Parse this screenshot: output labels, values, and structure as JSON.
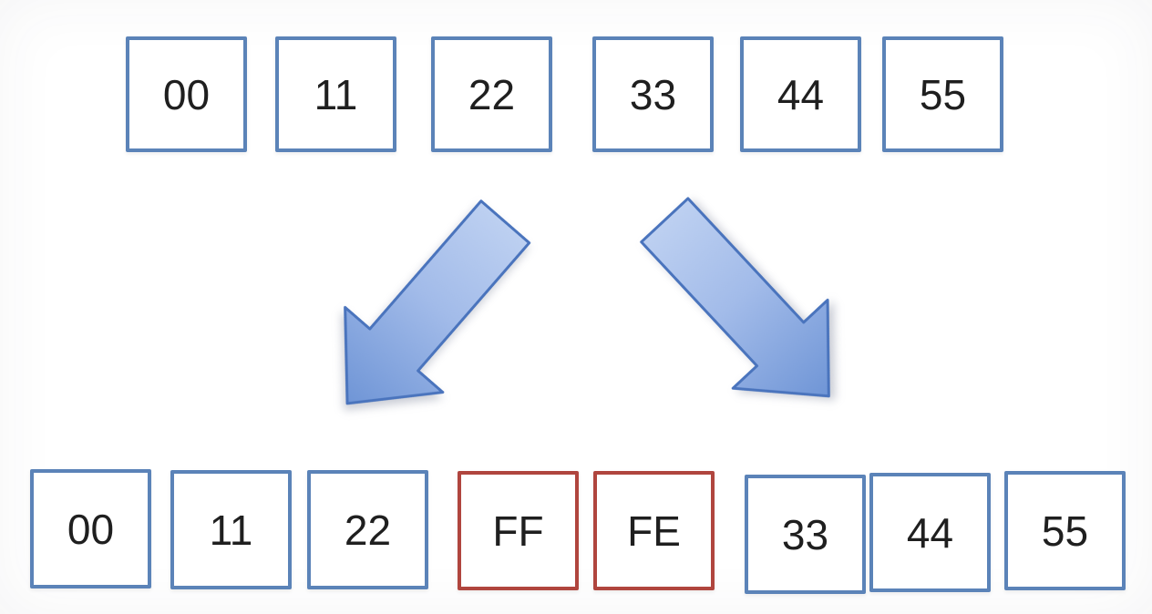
{
  "diagram": {
    "description": "Byte sequence split with inserted escape bytes",
    "top_row": {
      "cells": [
        {
          "label": "00"
        },
        {
          "label": "11"
        },
        {
          "label": "22"
        },
        {
          "label": "33"
        },
        {
          "label": "44"
        },
        {
          "label": "55"
        }
      ]
    },
    "bottom_row": {
      "cells": [
        {
          "label": "00",
          "type": "original"
        },
        {
          "label": "11",
          "type": "original"
        },
        {
          "label": "22",
          "type": "original"
        },
        {
          "label": "FF",
          "type": "inserted"
        },
        {
          "label": "FE",
          "type": "inserted"
        },
        {
          "label": "33",
          "type": "original"
        },
        {
          "label": "44",
          "type": "original"
        },
        {
          "label": "55",
          "type": "original"
        }
      ]
    },
    "arrows": [
      {
        "name": "split-left-arrow",
        "direction": "down-left"
      },
      {
        "name": "split-right-arrow",
        "direction": "down-right"
      }
    ],
    "colors": {
      "background": "#ffffff",
      "box_border_blue": "#5b83b8",
      "box_border_red": "#b0453e",
      "text": "#1f1f1f",
      "arrow_fill_top": "#bdd0f1",
      "arrow_fill_mid": "#a2bbe9",
      "arrow_fill_bottom": "#6f95d6",
      "arrow_outline": "#4a74bd"
    }
  }
}
